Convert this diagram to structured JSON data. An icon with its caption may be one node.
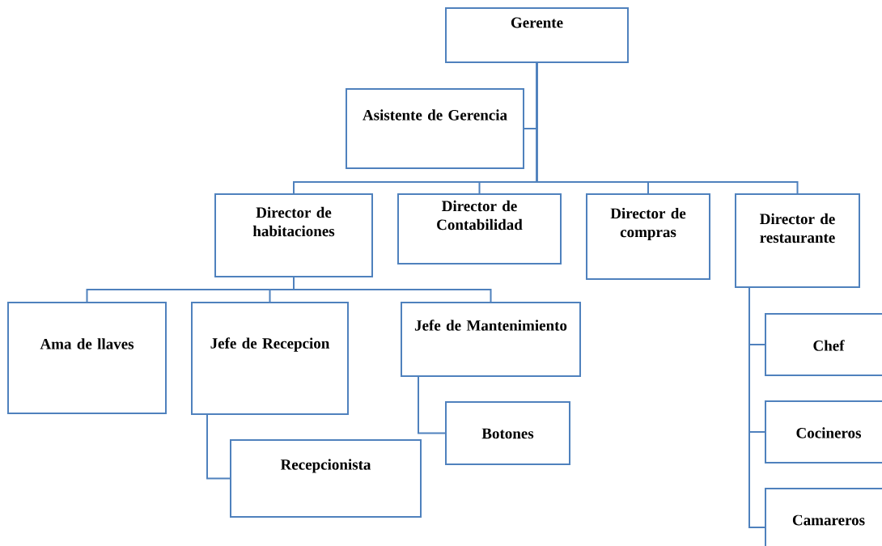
{
  "diagram": {
    "nodes": [
      {
        "text": [
          "Gerente"
        ]
      },
      {
        "text": [
          "Asistente de Gerencia"
        ]
      },
      {
        "text": [
          "Director de habitaciones"
        ]
      },
      {
        "text": [
          "Director de Contabilidad"
        ]
      },
      {
        "text": [
          "Director de compras"
        ]
      },
      {
        "text": [
          "Director de restaurante"
        ]
      },
      {
        "text": [
          "Ama de llaves"
        ]
      },
      {
        "text": [
          "Jefe de Recepcion"
        ]
      },
      {
        "text": [
          "Jefe de Mantenimiento"
        ]
      },
      {
        "text": [
          "Recepcionista"
        ]
      },
      {
        "text": [
          "Botones"
        ]
      },
      {
        "text": [
          "Chef"
        ]
      },
      {
        "text": [
          "Cocineros"
        ]
      },
      {
        "text": [
          "Camareros"
        ]
      }
    ],
    "edges": [
      {
        "from": 0,
        "to": 1,
        "arrow": "none"
      },
      {
        "from": 0,
        "to": 2,
        "arrow": "none"
      },
      {
        "from": 0,
        "to": 3,
        "arrow": "none"
      },
      {
        "from": 0,
        "to": 4,
        "arrow": "none"
      },
      {
        "from": 0,
        "to": 5,
        "arrow": "none"
      },
      {
        "from": 2,
        "to": 6,
        "arrow": "none"
      },
      {
        "from": 2,
        "to": 7,
        "arrow": "none"
      },
      {
        "from": 2,
        "to": 8,
        "arrow": "none"
      },
      {
        "from": 7,
        "to": 9,
        "arrow": "none"
      },
      {
        "from": 8,
        "to": 10,
        "arrow": "none"
      },
      {
        "from": 5,
        "to": 11,
        "arrow": "none"
      },
      {
        "from": 5,
        "to": 12,
        "arrow": "none"
      },
      {
        "from": 5,
        "to": 13,
        "arrow": "none"
      }
    ]
  }
}
